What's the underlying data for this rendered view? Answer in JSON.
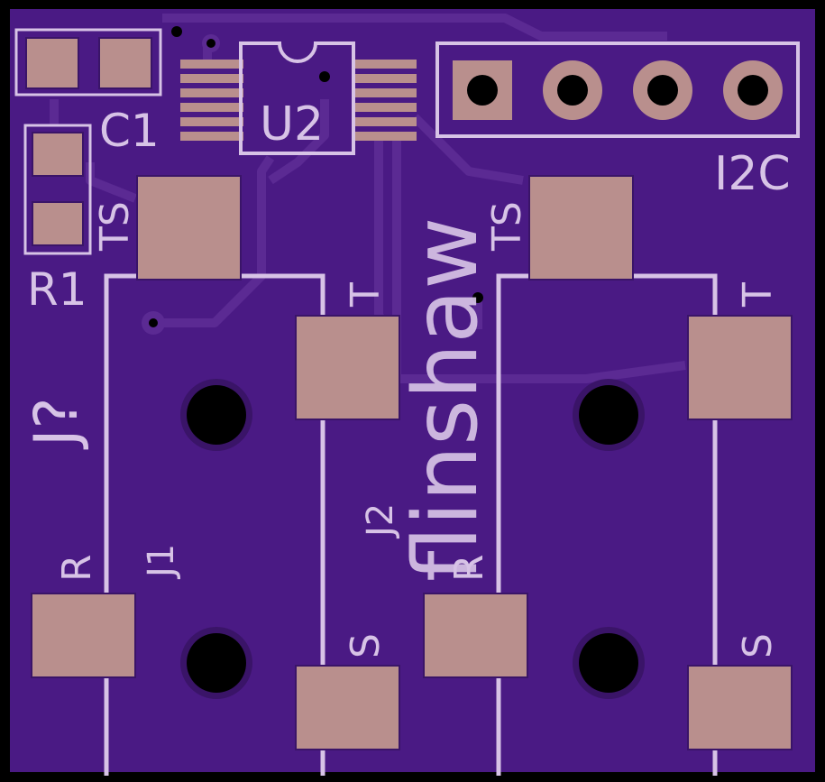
{
  "colors": {
    "board": "#4a1a84",
    "copper_trace": "#5b2a93",
    "silk": "#d7c3e6",
    "pad": "#b98f8d",
    "pad_edge": "#3a1468",
    "drill": "#000000",
    "edge": "#000000"
  },
  "silkscreen": {
    "c1": "C1",
    "u2": "U2",
    "r1": "R1",
    "i2c": "I2C",
    "j1": "J1",
    "j2": "J2",
    "j_unknown": "J?",
    "ts_left": "TS",
    "ts_right": "TS",
    "t_left": "T",
    "t_right": "T",
    "r_left": "R",
    "r_right": "R",
    "s_left": "S",
    "s_right": "S",
    "logo": "flinshaw"
  },
  "header": {
    "label": "I2C",
    "pin_count": 4
  }
}
